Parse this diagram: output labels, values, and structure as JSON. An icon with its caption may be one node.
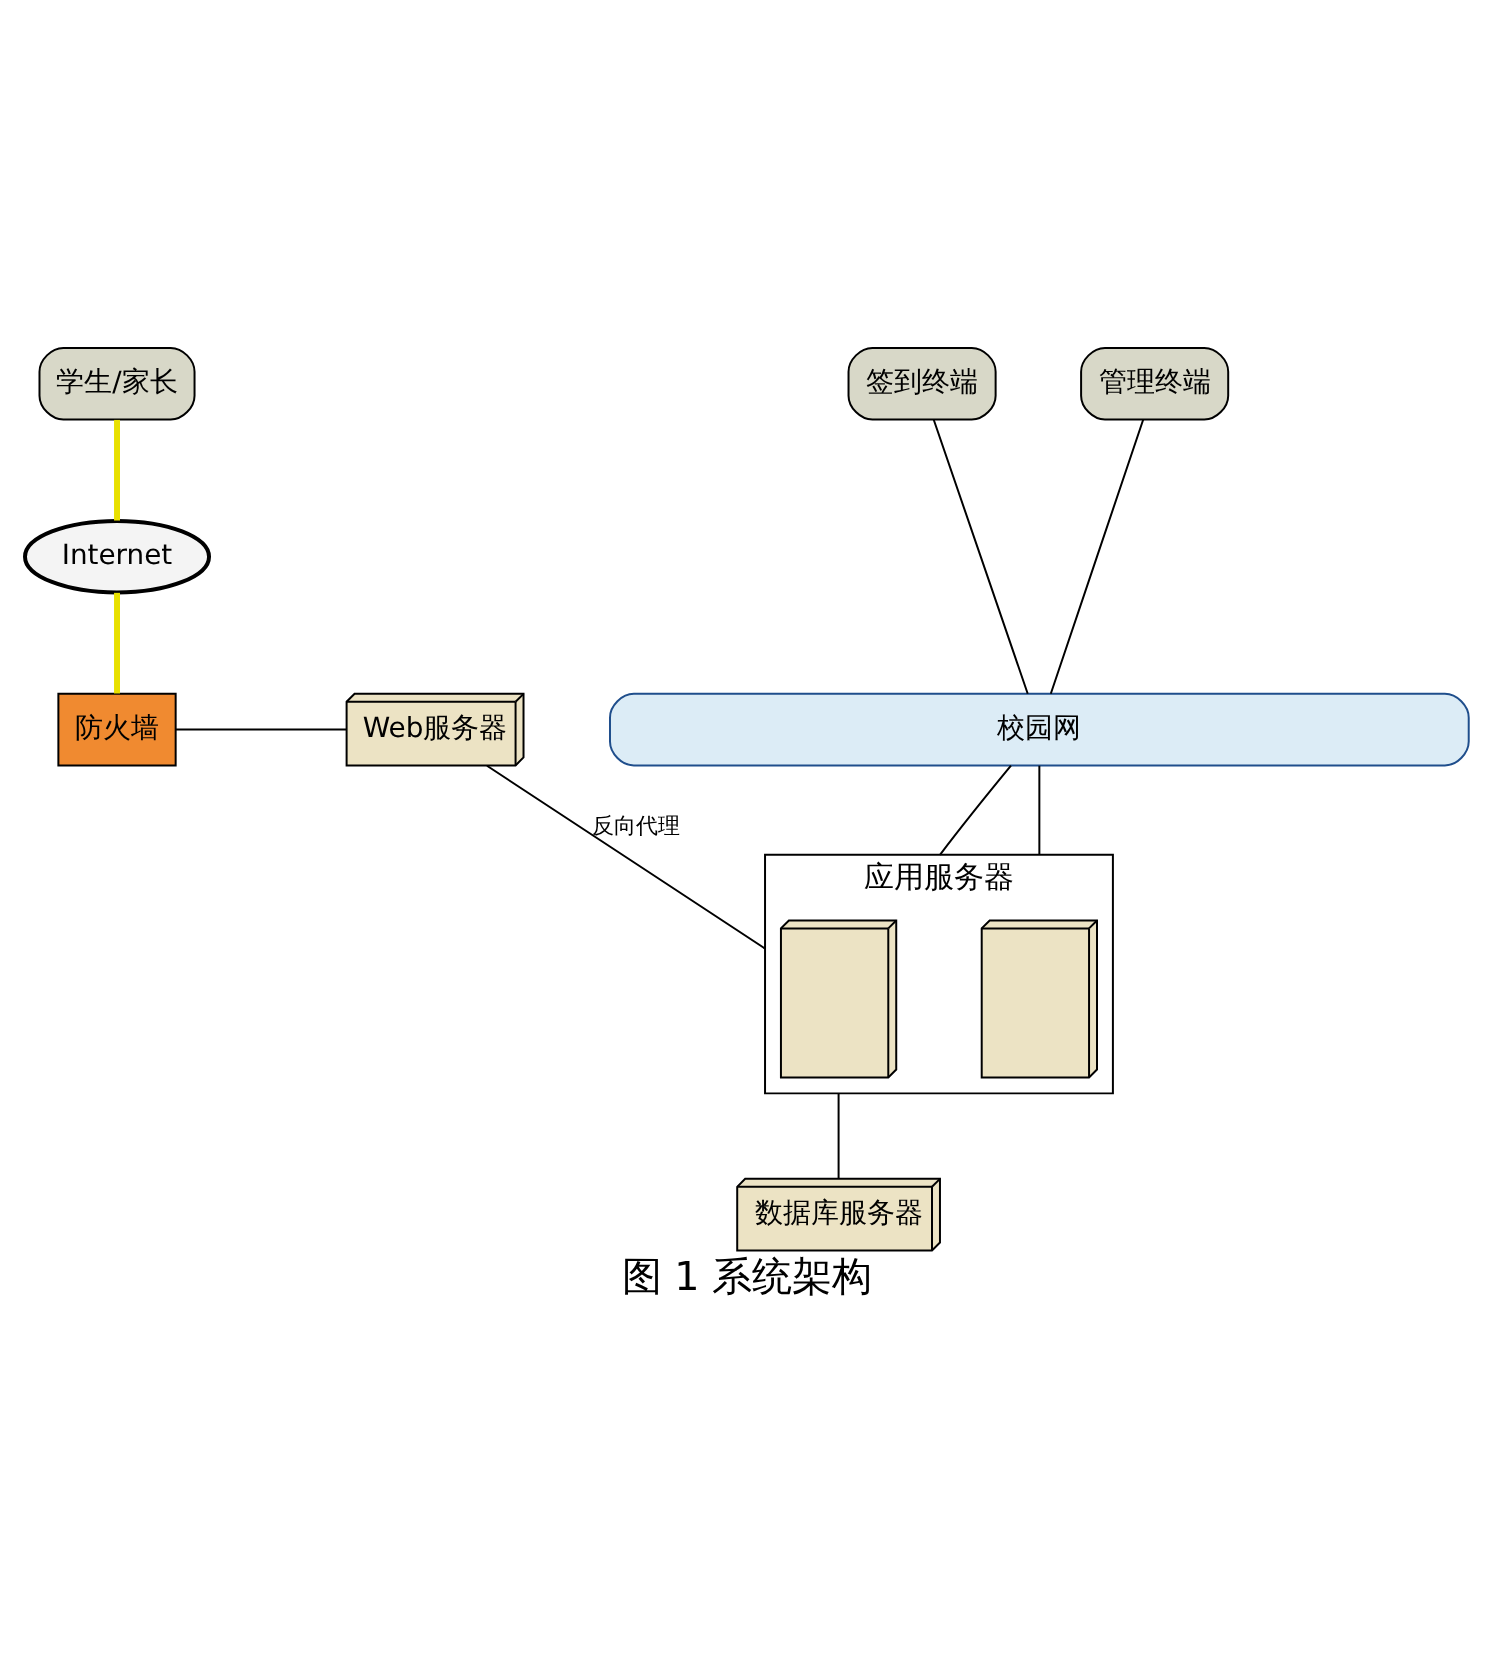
{
  "diagram": {
    "caption": "图 1 系统架构",
    "nodes": [
      {
        "text": [
          "学生/家长"
        ]
      },
      {
        "text": [
          "签到终端"
        ]
      },
      {
        "text": [
          "管理终端"
        ]
      },
      {
        "text": [
          "Internet"
        ]
      },
      {
        "text": [
          "校园网"
        ]
      },
      {
        "text": [
          "应用服务器"
        ]
      },
      {
        "text": [],
        "shape": "picture",
        "in": 5
      },
      {
        "text": [],
        "shape": "picture",
        "in": 5
      },
      {
        "text": [
          "防火墙"
        ]
      },
      {
        "text": [
          "Web服务器"
        ]
      },
      {
        "text": [
          "数据库服务器"
        ]
      }
    ],
    "edges": [
      {
        "from": 0,
        "to": 3,
        "arrow": "none",
        "style": "thick",
        "color": "#e8e000"
      },
      {
        "from": 1,
        "to": 4,
        "arrow": "none"
      },
      {
        "from": 2,
        "to": 4,
        "arrow": "none"
      },
      {
        "from": 3,
        "to": 8,
        "arrow": "none",
        "style": "thick",
        "color": "#e8e000"
      },
      {
        "from": 4,
        "to": 5,
        "arrow": "none"
      },
      {
        "from": 4,
        "to": 5,
        "arrow": "none"
      },
      {
        "from": 8,
        "to": 9,
        "arrow": "none"
      },
      {
        "from": 9,
        "to": 5,
        "label": "反向代理",
        "arrow": "none"
      },
      {
        "from": 5,
        "to": 10,
        "arrow": "none"
      }
    ]
  }
}
